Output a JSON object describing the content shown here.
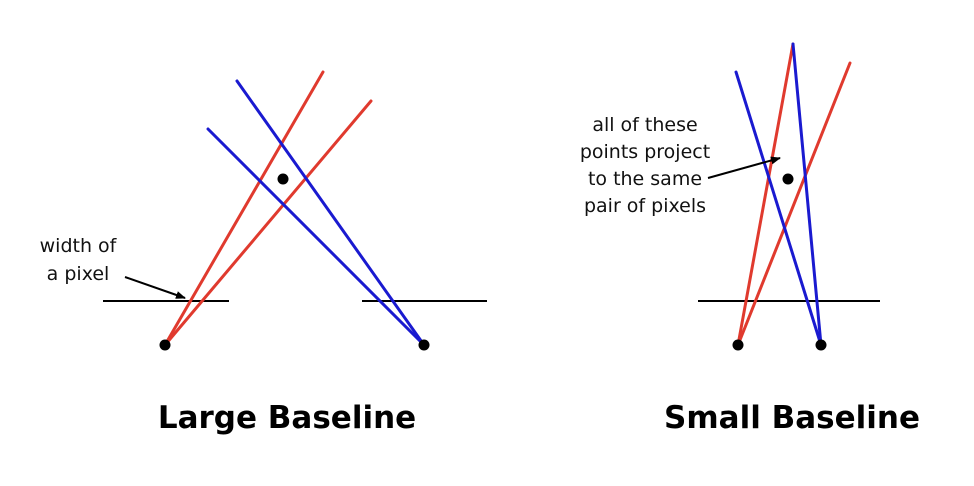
{
  "colors": {
    "ray_left_camera": "#e03a2e",
    "ray_right_camera": "#1a1ad0",
    "ink": "#000000"
  },
  "large_baseline": {
    "caption": "Large Baseline",
    "annotation_line1": "width of",
    "annotation_line2": "a pixel"
  },
  "small_baseline": {
    "caption": "Small Baseline",
    "annotation_line1": "all of these",
    "annotation_line2": "points project",
    "annotation_line3": "to the same",
    "annotation_line4": "pair of pixels"
  }
}
